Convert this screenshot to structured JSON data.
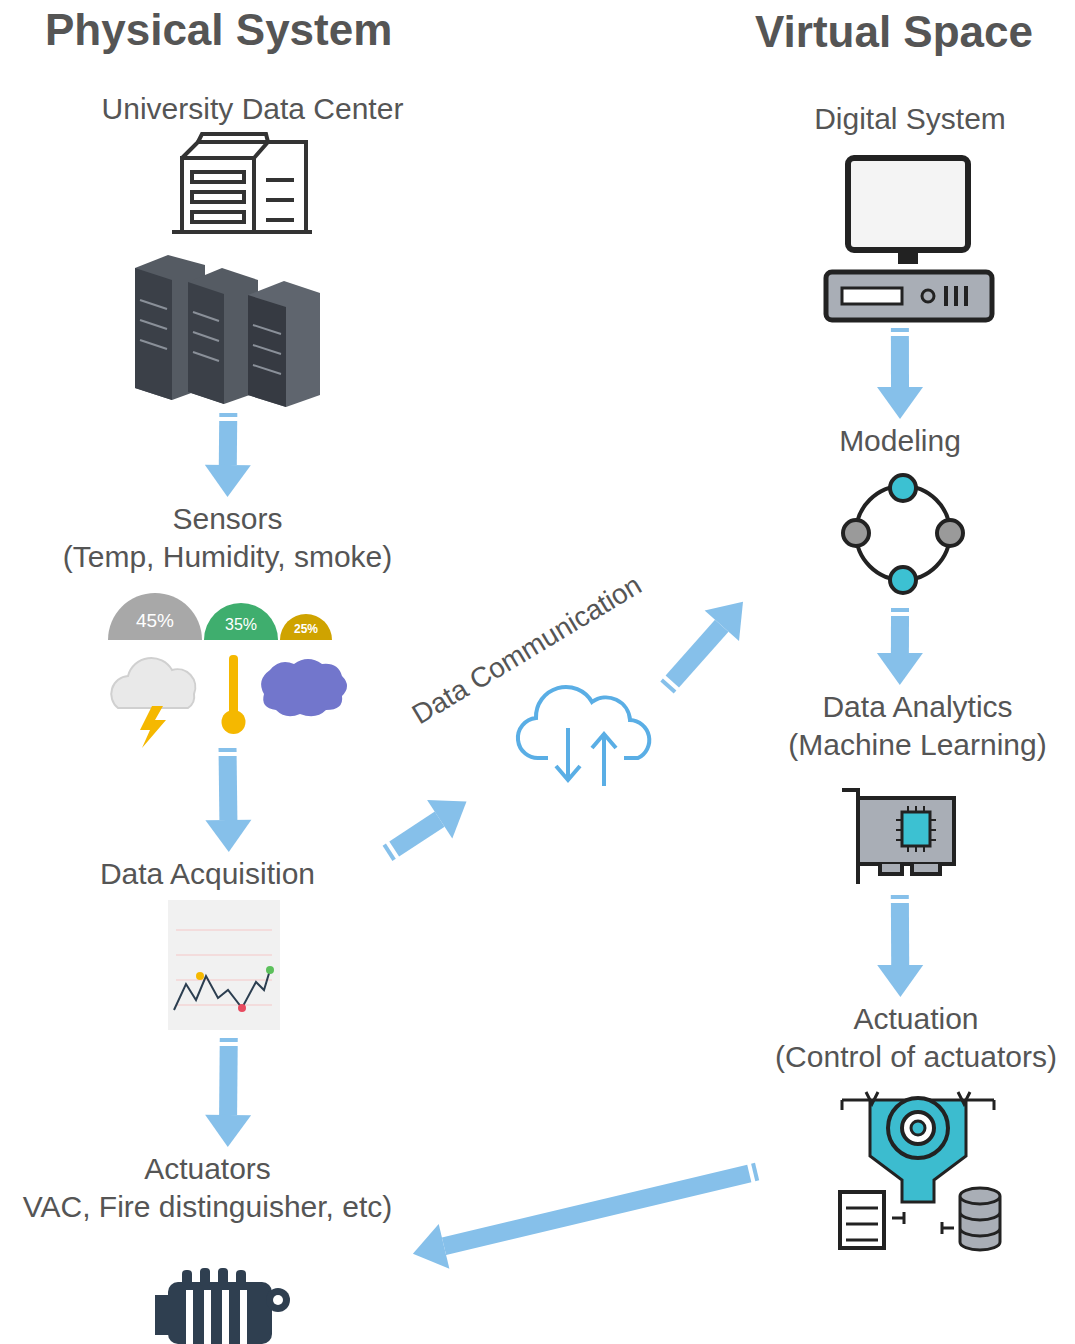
{
  "diagram": {
    "nodes": [
      {
        "text": [
          "University Data Center"
        ]
      },
      {
        "text": [
          "Sensors",
          "(Temp, Humidity, smoke)"
        ]
      },
      {
        "text": [
          "Data Acquisition"
        ]
      },
      {
        "text": [
          "Actuators",
          "VAC, Fire distinguisher, etc)"
        ]
      },
      {
        "text": [
          "Data Communication"
        ]
      },
      {
        "text": [
          "Digital System"
        ]
      },
      {
        "text": [
          "Modeling"
        ]
      },
      {
        "text": [
          "Data Analytics",
          "(Machine Learning)"
        ]
      },
      {
        "text": [
          "Actuation",
          "(Control of actuators)"
        ]
      }
    ],
    "edges": [
      {
        "from": 0,
        "to": 1,
        "arrow": "to"
      },
      {
        "from": 1,
        "to": 2,
        "arrow": "to"
      },
      {
        "from": 2,
        "to": 3,
        "arrow": "to"
      },
      {
        "from": 2,
        "to": 4,
        "arrow": "to"
      },
      {
        "from": 4,
        "to": 6,
        "arrow": "to"
      },
      {
        "from": 5,
        "to": 6,
        "arrow": "to"
      },
      {
        "from": 6,
        "to": 7,
        "arrow": "to"
      },
      {
        "from": 7,
        "to": 8,
        "arrow": "to"
      },
      {
        "from": 8,
        "to": 3,
        "arrow": "to"
      }
    ],
    "labels": [
      "Physical System",
      "Virtual Space",
      "45%",
      "35%",
      "25%"
    ]
  }
}
